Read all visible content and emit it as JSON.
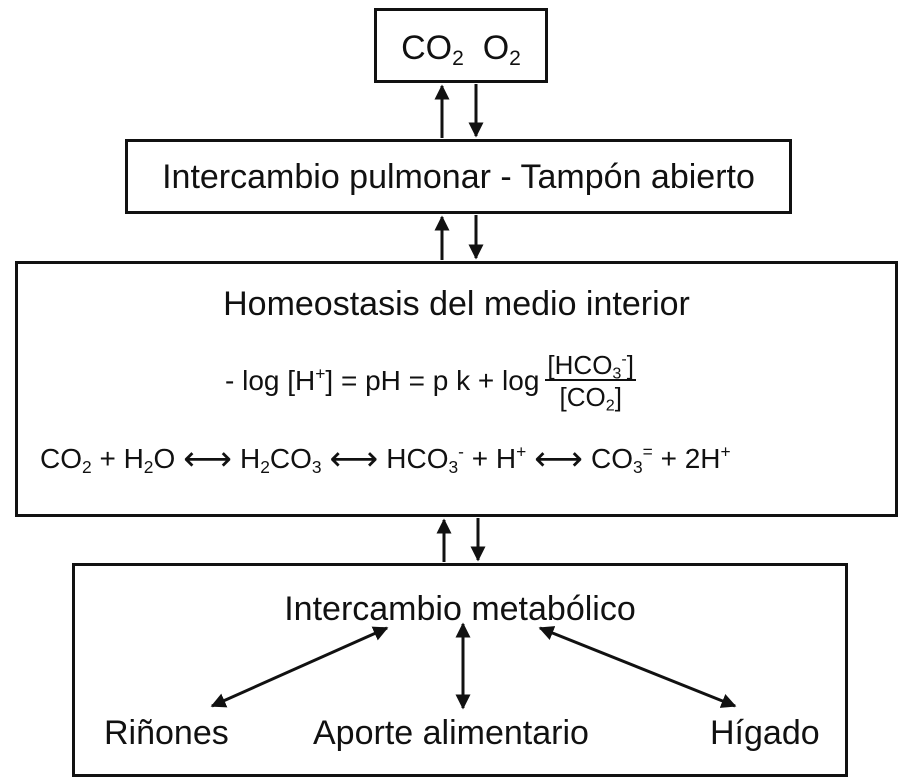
{
  "gases": {
    "co2": "CO",
    "co2_sub": "2",
    "o2": "O",
    "o2_sub": "2"
  },
  "pulmonar": {
    "title": "Intercambio pulmonar - Tampón abierto"
  },
  "homeostasis": {
    "title": "Homeostasis del medio interior",
    "eq1": {
      "lhs_prefix": "- log [H",
      "lhs_sup": "+",
      "lhs_suffix": "] = pH = p k + log",
      "num_pre": "[HCO",
      "num_sub": "3",
      "num_sup": "-",
      "num_post": "]",
      "den_pre": "[CO",
      "den_sub": "2",
      "den_post": "]"
    },
    "eq2": {
      "t1": "CO",
      "t1_sub": "2",
      "t2": "+ H",
      "t2_sub": "2",
      "t2_post": "O",
      "arrow": "⟷",
      "t3": "H",
      "t3_sub": "2",
      "t3_mid": "CO",
      "t3_sub2": "3",
      "t4": "HCO",
      "t4_sub": "3",
      "t4_sup": "-",
      "t5": "+ H",
      "t5_sup": "+",
      "t6": "CO",
      "t6_sub": "3",
      "t6_sup": "=",
      "t7": "+ 2H",
      "t7_sup": "+"
    }
  },
  "metabolico": {
    "title": "Intercambio metabólico",
    "organs": [
      "Riñones",
      "Aporte alimentario",
      "Hígado"
    ]
  },
  "colors": {
    "stroke": "#111111",
    "background": "#ffffff"
  }
}
